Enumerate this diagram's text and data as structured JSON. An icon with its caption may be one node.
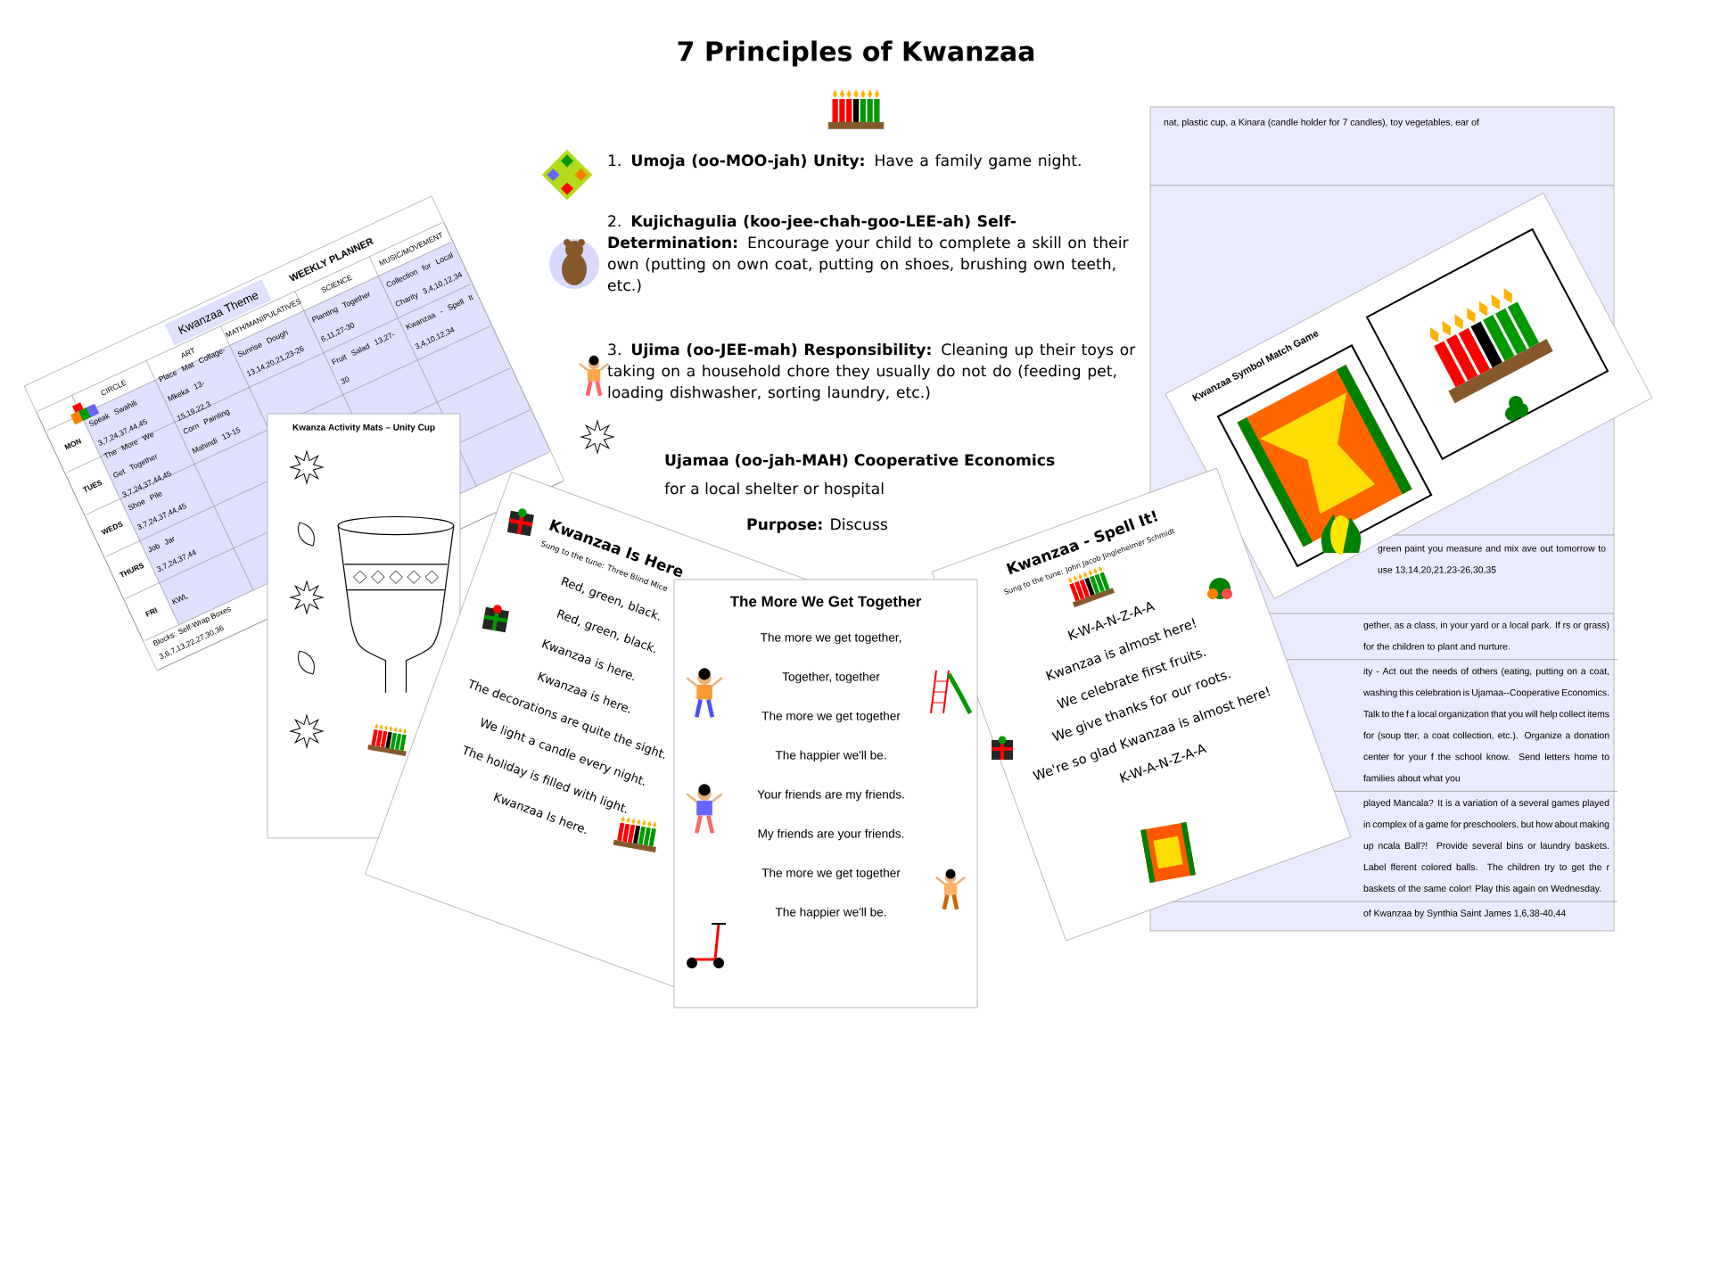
{
  "diagram": {
    "title": "7 Principles of Kwanzaa",
    "nodes": [
      {
        "text": [
          "nat, plastic cup, a Kinara (candle holder for 7 candles), toy vegetables, ear of",
          "green paint you measure and mix ave out tomorrow to use 13,14,20,21,23-26,30,35",
          "gether, as a class, in your yard or a local park. If rs or grass) for the children to plant and nurture.",
          "ity - Act out the needs of others (eating, putting on a coat, washing this celebration is Ujamaa--Cooperative Economics. Talk to the f a local organization that you will help collect items for (soup tter, a coat collection, etc.). Organize a donation center for your f the school know. Send letters home to families about what you",
          "played Mancala? It is a variation of a several games played in complex of a game for preschoolers, but how about making up ncala Ball?! Provide several bins or laundry baskets. Label fferent colored balls. The children try to get the r baskets of the same color! Play this again on Wednesday.",
          "of Kwanzaa by Synthia Saint James 1,6,38-40,44"
        ]
      },
      {
        "text": [
          "Kwanzaa Theme",
          "WEEKLY PLANNER",
          "CIRCLE",
          "ART",
          "MATH/MANIPULATIVES",
          "SCIENCE",
          "MUSIC/MOVEMENT",
          "MON",
          "TUES",
          "WEDS",
          "THURS",
          "FRI",
          "Speak Swahili 3,7,24,37,44,45",
          "Place Mat Collage- Mkeka 13-15,19,22,3",
          "Sunrise Dough 13,14,20,21,23-26",
          "Planting Together 6,11,27-30",
          "Collection for Local Charity 3,4,10,12,34",
          "The More We Get Together 3,7,24,37,44,45",
          "Corn Painting Mahindi 13-15",
          "Fruit Salad 13,27-30",
          "Kwanzaa - Spell It 3,4,10,12,34",
          "Shoe Pile 3,7,24,37,44,45",
          "Job Jar 3,7,24,37,44",
          "KWL",
          "Blocks: Self-Wrap Boxes",
          "3,6,7,13,22,27,30,36"
        ]
      },
      {
        "text": [
          "Kwanzaa Symbol Match Game"
        ]
      },
      {
        "text": [
          "Kwanza Activity Mats – Unity Cup"
        ]
      },
      {
        "text": [
          "Kwanzaa Is Here",
          "Sung to the tune: Three Blind Mice",
          "Red, green, black.",
          "Red, green, black.",
          "Kwanzaa is here.",
          "Kwanzaa is here.",
          "The decorations are quite the sight.",
          "We light a candle every night.",
          "The holiday is filled with light.",
          "Kwanzaa Is here."
        ]
      },
      {
        "text": [
          "Kwanzaa - Spell It!",
          "Sung to the tune: John Jacob Jingleheimer Schmidt",
          "K-W-A-N-Z-A-A",
          "Kwanzaa is almost here!",
          "We celebrate first fruits.",
          "We give thanks for our roots.",
          "We're so glad Kwanzaa is almost here!",
          "K-W-A-N-Z-A-A"
        ]
      },
      {
        "text": [
          "The More We Get Together",
          "The more we get together,",
          "Together, together",
          "The more we get together",
          "The happier we'll be.",
          "Your friends are my friends.",
          "My friends are your friends.",
          "The more we get together",
          "The happier we'll be."
        ]
      }
    ],
    "labels": [
      "1. **Umoja (oo-MOO-jah) Unity:** Have a family game night.",
      "2. **Kujichagulia (koo-jee-chah-goo-LEE-ah) Self-Determination:** Encourage your child to complete a skill on their own (putting on own coat, putting on shoes, brushing own teeth, etc.)",
      "3. **Ujima (oo-JEE-mah) Responsibility:** Cleaning up their toys or taking on a household chore they usually do not do (feeding pet, loading dishwasher, sorting laundry, etc.)",
      "Ujamaa (oo-jah-MAH) Cooperative Economics",
      "for a local shelter or hospital",
      "**Purpose:** Discuss"
    ]
  }
}
